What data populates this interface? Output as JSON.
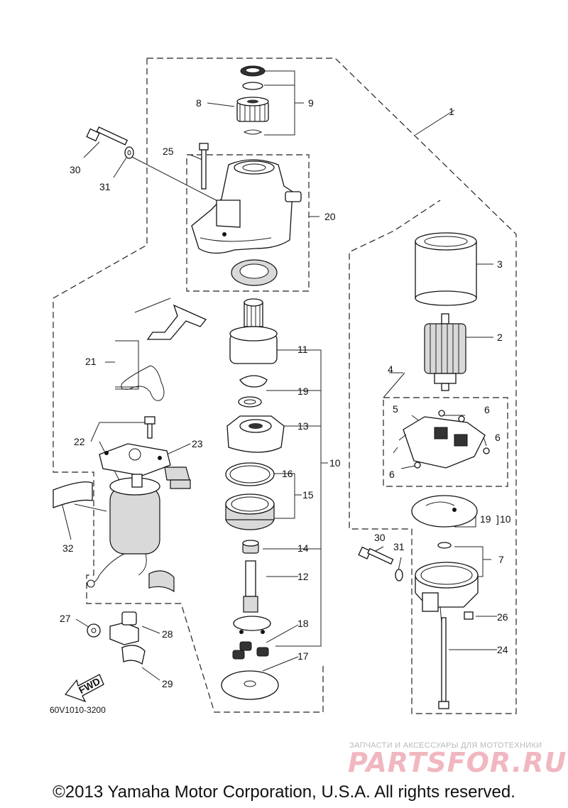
{
  "diagram": {
    "callouts": {
      "c1": "1",
      "c2": "2",
      "c3": "3",
      "c4": "4",
      "c5": "5",
      "c6a": "6",
      "c6b": "6",
      "c6c": "6",
      "c7": "7",
      "c8": "8",
      "c9": "9",
      "c10a": "10",
      "c10b": "10",
      "c11": "11",
      "c12": "12",
      "c13": "13",
      "c14": "14",
      "c15": "15",
      "c16": "16",
      "c17": "17",
      "c18": "18",
      "c19a": "19",
      "c19b": "19",
      "c20": "20",
      "c21": "21",
      "c22": "22",
      "c23": "23",
      "c24": "24",
      "c25": "25",
      "c26": "26",
      "c27": "27",
      "c28": "28",
      "c29": "29",
      "c30a": "30",
      "c30b": "30",
      "c31a": "31",
      "c31b": "31",
      "c32": "32"
    },
    "fwd_label": "FWD",
    "drawing_code": "60V1010-3200"
  },
  "footer": {
    "copyright": "©2013 Yamaha Motor Corporation, U.S.A. All rights reserved."
  },
  "watermark": {
    "tagline": "ЗАПЧАСТИ И АКСЕССУАРЫ ДЛЯ МОТОТЕХНИКИ",
    "logo": "PARTSFOR.RU"
  }
}
